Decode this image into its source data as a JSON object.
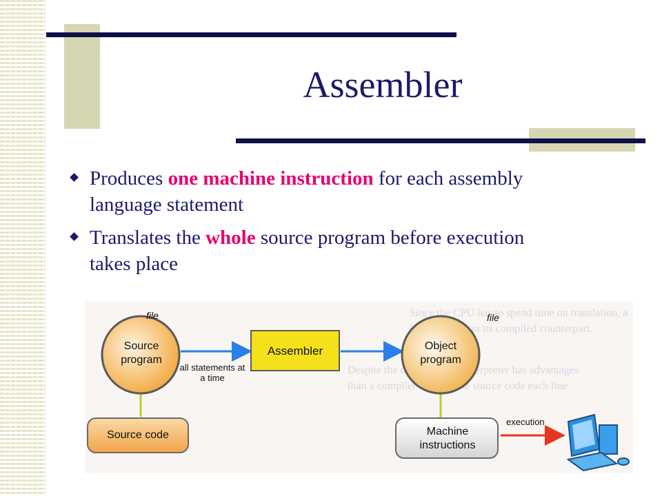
{
  "slide": {
    "title": "Assembler",
    "bullets": [
      {
        "parts": [
          {
            "text": "Produces ",
            "highlight": false
          },
          {
            "text": "one machine instruction",
            "highlight": true
          },
          {
            "text": " for each assembly language statement",
            "highlight": false
          }
        ]
      },
      {
        "parts": [
          {
            "text": "Translates the ",
            "highlight": false
          },
          {
            "text": "whole",
            "highlight": true
          },
          {
            "text": " source program before execution takes place",
            "highlight": false
          }
        ]
      }
    ]
  },
  "diagram": {
    "source_file_label": "file",
    "source_program": "Source program",
    "assembler": "Assembler",
    "object_file_label": "file",
    "object_program": "Object program",
    "arrow_caption": "all statements at a time",
    "source_code": "Source code",
    "machine_instructions": "Machine instructions",
    "execution_label": "execution",
    "background_text": [
      "Since the CPU has to spend time on translation, a",
      "it is slower than its compiled counterpart.",
      "Despite the drawbacks an interpreter has advantages",
      "than a compiler because the source code each line"
    ]
  },
  "colors": {
    "title": "#1a1a6b",
    "body_text": "#1a1a6b",
    "highlight": "#e8006e",
    "deco_dark": "#10104a",
    "deco_light": "#d6d6b2",
    "assembler_box": "#f4e11c",
    "arrow_blue": "#2a7fe8",
    "arrow_red": "#e8361e",
    "connector_green": "#b6cf32"
  }
}
